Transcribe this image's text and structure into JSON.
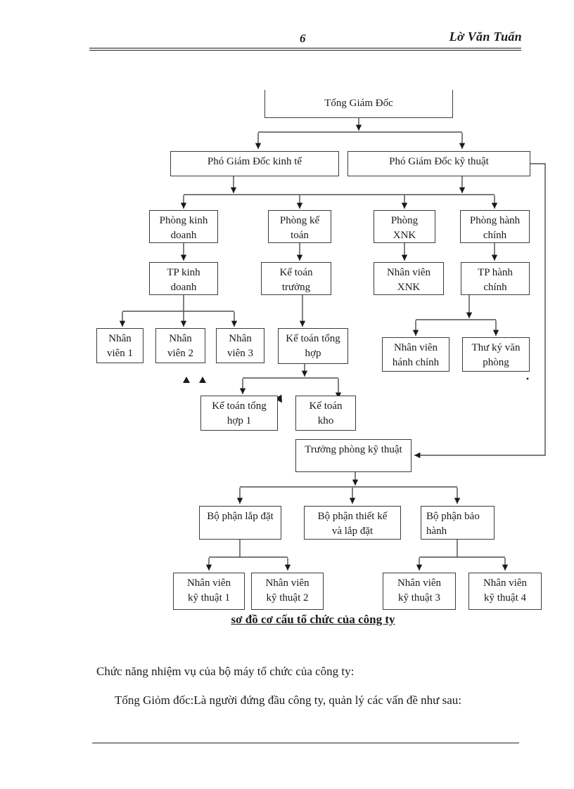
{
  "header": {
    "page_number": "6",
    "author": "Lờ Văn Tuấn"
  },
  "chart": {
    "caption": "sơ đồ cơ cấu tổ chức của công ty",
    "nodes": [
      {
        "id": "tong-giam-doc",
        "label": "Tổng Giám Đốc"
      },
      {
        "id": "pho-giam-doc-kinh-te",
        "label": "Phó Giám Đốc kinh tế"
      },
      {
        "id": "pho-giam-doc-ky-thuat",
        "label": "Phó Giám Đốc kỹ thuật"
      },
      {
        "id": "phong-kinh-doanh",
        "label": "Phòng kinh\ndoanh"
      },
      {
        "id": "phong-ke-toan",
        "label": "Phòng kế\ntoán"
      },
      {
        "id": "phong-xnk",
        "label": "Phòng\nXNK"
      },
      {
        "id": "phong-hanh-chinh",
        "label": "Phòng hành\nchính"
      },
      {
        "id": "tp-kinh-doanh",
        "label": "TP kinh\ndoanh"
      },
      {
        "id": "ke-toan-truong",
        "label": "Kế toán\ntrưởng"
      },
      {
        "id": "nhan-vien-xnk",
        "label": "Nhân viên\nXNK"
      },
      {
        "id": "tp-hanh-chinh",
        "label": "TP hành\nchính"
      },
      {
        "id": "nhan-vien-1",
        "label": "Nhân\nviên 1"
      },
      {
        "id": "nhan-vien-2",
        "label": "Nhân\nviên 2"
      },
      {
        "id": "nhan-vien-3",
        "label": "Nhân\nviên 3"
      },
      {
        "id": "ke-toan-tong-hop",
        "label": "Kế toán tổng\nhợp"
      },
      {
        "id": "nhan-vien-hanh-chinh",
        "label": "Nhân viên\nhánh chính"
      },
      {
        "id": "thu-ky-van-phong",
        "label": "Thư ký văn\nphòng"
      },
      {
        "id": "ke-toan-tong-hop-1",
        "label": "Kế toán tổng\nhợp 1"
      },
      {
        "id": "ke-toan-kho",
        "label": "Kế toán\nkho"
      },
      {
        "id": "truong-phong-ky-thuat",
        "label": "Trưởng phòng kỹ thuật"
      },
      {
        "id": "bo-phan-lap-dat",
        "label": "Bộ phận lắp đặt"
      },
      {
        "id": "bo-phan-thiet-ke-va-lap-dat",
        "label": "Bộ phận thiết kế\nvà lắp đặt"
      },
      {
        "id": "bo-phan-bao-hanh",
        "label": "Bộ phận bảo\nhành"
      },
      {
        "id": "nhan-vien-ky-thuat-1",
        "label": "Nhân viên\nkỹ thuật 1"
      },
      {
        "id": "nhan-vien-ky-thuat-2",
        "label": "Nhân viên\nkỹ thuật 2"
      },
      {
        "id": "nhan-vien-ky-thuat-3",
        "label": "Nhân viên\nkỹ thuật 3"
      },
      {
        "id": "nhan-vien-ky-thuat-4",
        "label": "Nhân viên\nkỹ thuật 4"
      }
    ]
  },
  "body": {
    "para1": "Chức năng nhiệm vụ của bộ máy tổ chức của công ty:",
    "para2": "Tổng Giỏm đốc:Là người đứng đầu công ty, quản lý các vấn đề như sau:"
  }
}
